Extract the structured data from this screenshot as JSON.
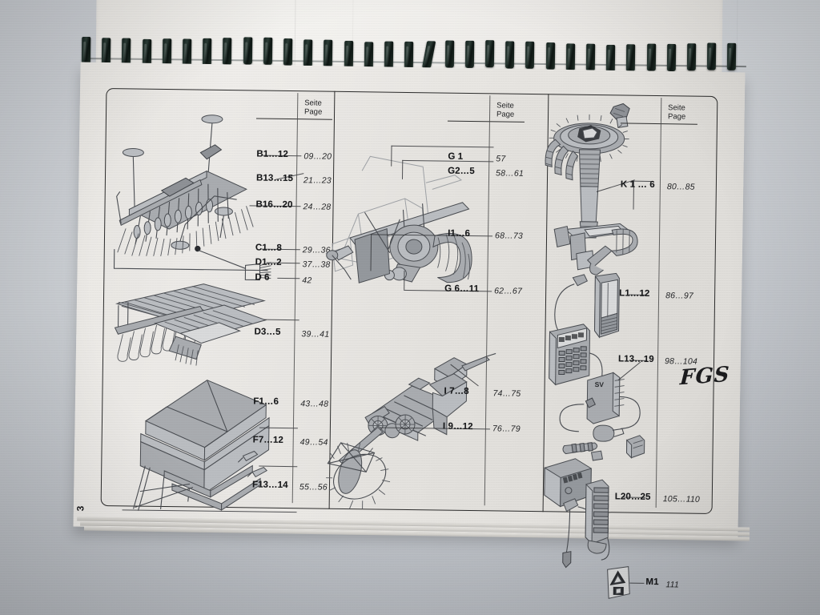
{
  "document": {
    "type": "spiral-bound parts catalogue contents page",
    "page_number": "3",
    "handwritten_note": "FGS"
  },
  "columns": [
    {
      "id": "column-left",
      "header": {
        "line1": "Seite",
        "line2": "Page"
      },
      "rows": [
        {
          "code": "B1…12",
          "pages": "09…20"
        },
        {
          "code": "B13…15",
          "pages": "21…23"
        },
        {
          "code": "B16…20",
          "pages": "24…28"
        },
        {
          "code": "C1…8",
          "pages": "29…36"
        },
        {
          "code": "D1…2",
          "pages": "37…38"
        },
        {
          "code": "D 6",
          "pages": "42"
        },
        {
          "code": "D3…5",
          "pages": "39…41"
        },
        {
          "code": "F1…6",
          "pages": "43…48"
        },
        {
          "code": "F7…12",
          "pages": "49…54"
        },
        {
          "code": "F13…14",
          "pages": "55…56"
        }
      ]
    },
    {
      "id": "column-middle",
      "header": {
        "line1": "Seite",
        "line2": "Page"
      },
      "rows": [
        {
          "code": "G 1",
          "pages": "57"
        },
        {
          "code": "G2…5",
          "pages": "58…61"
        },
        {
          "code": "G 6…11",
          "pages": "62…67"
        },
        {
          "code": "I1…6",
          "pages": "68…73"
        },
        {
          "code": "I 7…8",
          "pages": "74…75"
        },
        {
          "code": "I 9…12",
          "pages": "76…79"
        }
      ]
    },
    {
      "id": "column-right",
      "header": {
        "line1": "Seite",
        "line2": "Page"
      },
      "rows": [
        {
          "code": "K 1 … 6",
          "pages": "80…85"
        },
        {
          "code": "L1…12",
          "pages": "86…97"
        },
        {
          "code": "L13…19",
          "pages": "98…104"
        },
        {
          "code": "L20…25",
          "pages": "105…110"
        },
        {
          "code": "M1",
          "pages": "111"
        }
      ]
    }
  ],
  "drawing_labels": {
    "sv_box": "SV"
  },
  "colors": {
    "paper": "#eceae6",
    "ink": "#1d1d1f",
    "line_art": "#4a4d52",
    "fill_gray": "#a9acb0",
    "binding": "#18251f",
    "backdrop": "#c9cdd2"
  }
}
